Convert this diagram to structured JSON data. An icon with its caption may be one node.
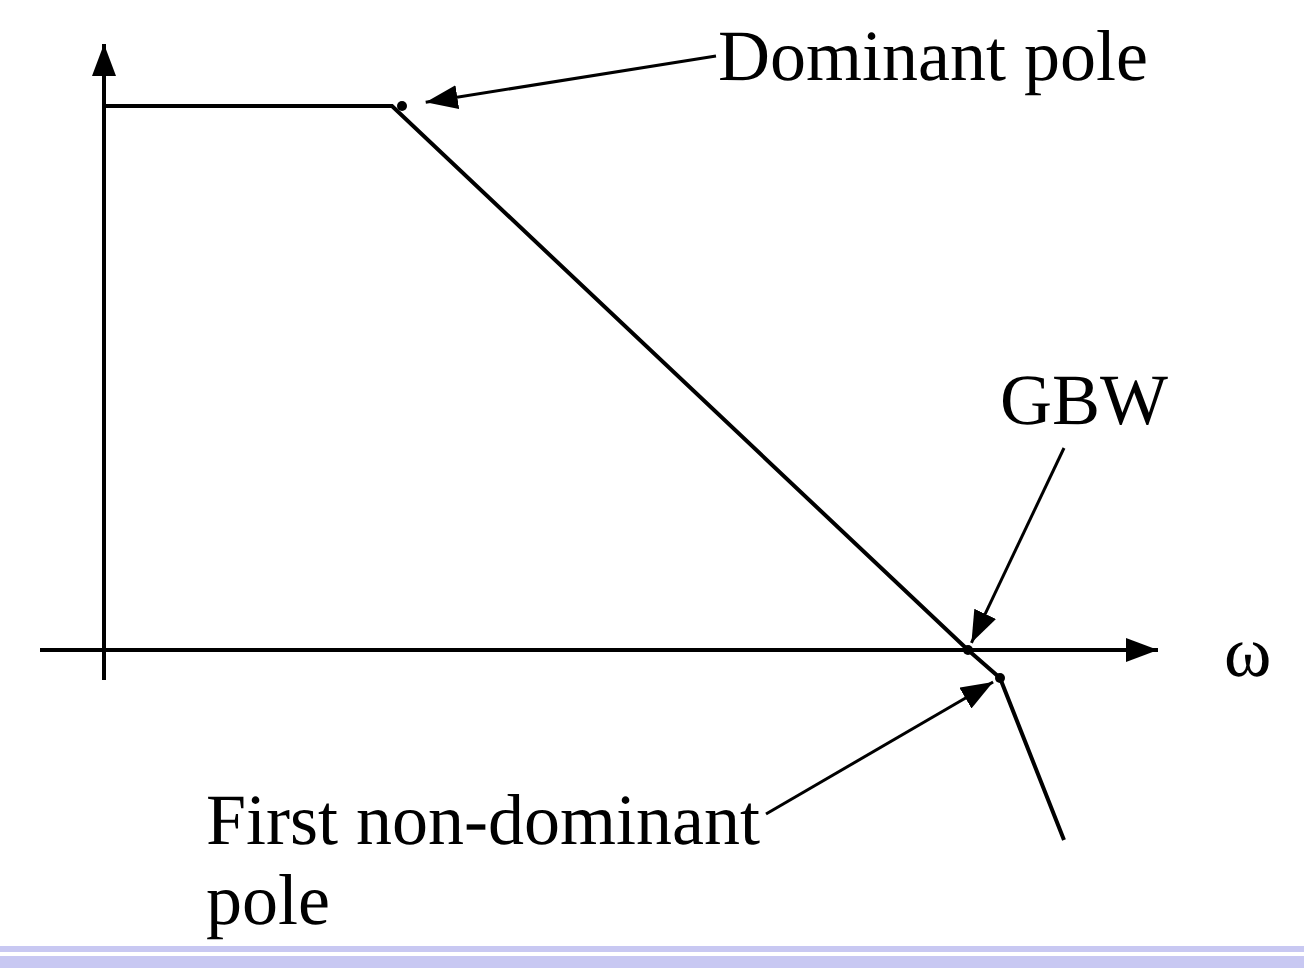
{
  "diagram": {
    "nodes": [
      {
        "text": [
          "Dominant pole"
        ]
      },
      {
        "text": [
          "GBW"
        ]
      },
      {
        "text": [
          "First non-dominant pole"
        ]
      },
      {
        "text": [],
        "shape": "point"
      },
      {
        "text": [],
        "shape": "point"
      },
      {
        "text": [],
        "shape": "point"
      }
    ],
    "edges": [
      {
        "from": 0,
        "to": 3,
        "arrow": "to"
      },
      {
        "from": 1,
        "to": 4,
        "arrow": "to"
      },
      {
        "from": 2,
        "to": 5,
        "arrow": "to"
      }
    ],
    "labels": [
      "ω"
    ]
  }
}
